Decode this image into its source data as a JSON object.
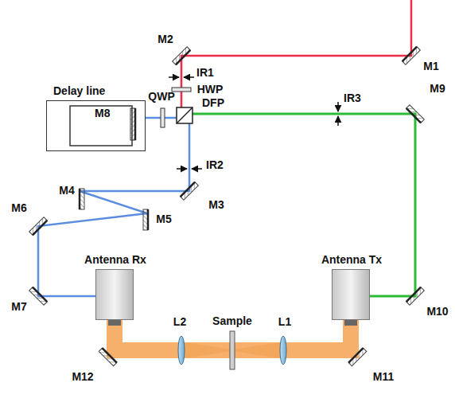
{
  "diagram": {
    "nodes": [
      {
        "text": [
          "Delay line",
          "M8"
        ]
      },
      {
        "text": [
          "Antenna Rx"
        ]
      },
      {
        "text": [
          "Antenna Tx"
        ]
      }
    ],
    "edges": [
      {
        "from": 2,
        "to": 1,
        "arrow": "none"
      }
    ],
    "labels": [
      "M1",
      "M2",
      "IR1",
      "HWP",
      "QWP",
      "DFP",
      "IR2",
      "M3",
      "M4",
      "M5",
      "M6",
      "M7",
      "IR3",
      "M9",
      "M10",
      "M11",
      "M12",
      "L1",
      "L2",
      "Sample"
    ]
  }
}
